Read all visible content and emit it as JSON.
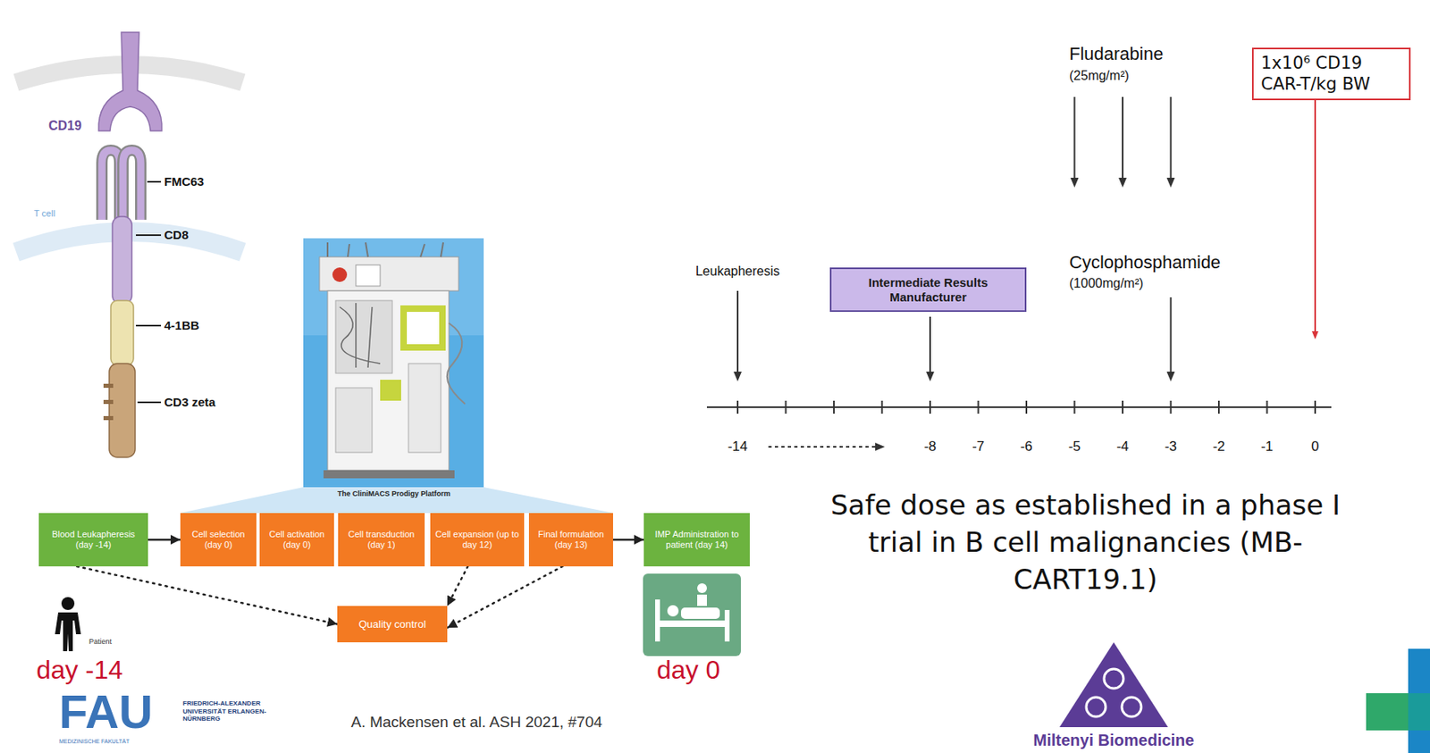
{
  "diagram": {
    "nodes": [
      {
        "text": [
          "Blood Leukapheresis (day -14)"
        ]
      },
      {
        "text": [
          "Cell selection (day 0)"
        ]
      },
      {
        "text": [
          "Cell activation (day 0)"
        ]
      },
      {
        "text": [
          "Cell transduction (day 1)"
        ]
      },
      {
        "text": [
          "Cell expansion (up to day 12)"
        ]
      },
      {
        "text": [
          "Final formulation (day 13)"
        ]
      },
      {
        "text": [
          "IMP Administration to patient (day 14)"
        ]
      },
      {
        "text": [
          "Quality control"
        ]
      },
      {
        "text": [
          "Intermediate Results Manufacturer"
        ]
      },
      {
        "text": [
          "1x10⁶ CD19 CAR-T/kg BW"
        ]
      }
    ],
    "edges": [
      {
        "from": 0,
        "to": 1,
        "arrow": "to"
      },
      {
        "from": 5,
        "to": 6,
        "arrow": "to"
      },
      {
        "from": 0,
        "to": 7,
        "arrow": "to"
      },
      {
        "from": 4,
        "to": 7,
        "arrow": "to"
      },
      {
        "from": 5,
        "to": 7,
        "arrow": "to"
      }
    ],
    "labels": [
      "CD19",
      "FMC63",
      "CD8",
      "T cell",
      "4-1BB",
      "CD3 zeta",
      "The CliniMACS Prodigy Platform",
      "Patient",
      "day -14",
      "day 0",
      "FAU",
      "FRIEDRICH-ALEXANDER UNIVERSITÄT ERLANGEN-NÜRNBERG",
      "MEDIZINISCHE FAKULTÄT",
      "A. Mackensen et al. ASH 2021, #704",
      "Leukapheresis",
      "Fludarabine",
      "(25mg/m²)",
      "Cyclophosphamide",
      "(1000mg/m²)",
      "-14",
      "-8",
      "-7",
      "-6",
      "-5",
      "-4",
      "-3",
      "-2",
      "-1",
      "0",
      "Safe dose as established in a phase I trial in B cell malignancies (MB-CART19.1)",
      "Miltenyi Biomedicine"
    ]
  }
}
